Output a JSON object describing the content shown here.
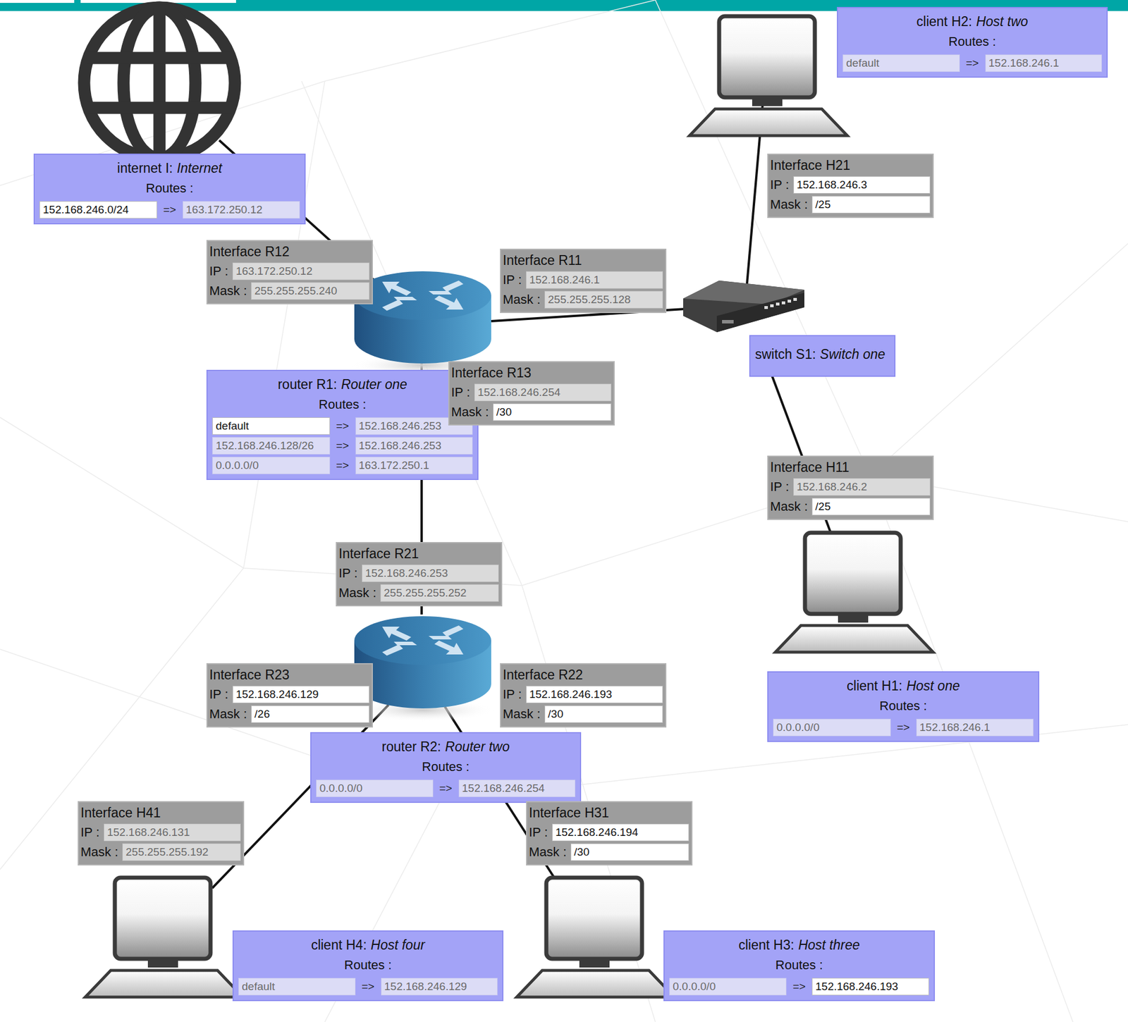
{
  "diagram": {
    "nodes": [
      {
        "text": [
          "client H2:",
          "Host two",
          "Routes :",
          "default",
          "=>",
          "152.168.246.1"
        ]
      },
      {
        "text": [
          "internet I:",
          "Internet",
          "Routes :",
          "152.168.246.0/24",
          "=>",
          "163.172.250.12"
        ]
      },
      {
        "text": [
          "Interface H21",
          "IP :",
          "152.168.246.3",
          "Mask :",
          "/25"
        ]
      },
      {
        "text": [
          "Interface R12",
          "IP :",
          "163.172.250.12",
          "Mask :",
          "255.255.255.240"
        ]
      },
      {
        "text": [
          "Interface R11",
          "IP :",
          "152.168.246.1",
          "Mask :",
          "255.255.255.128"
        ]
      },
      {
        "text": [
          "switch S1:",
          "Switch one"
        ]
      },
      {
        "text": [
          "Interface R13",
          "IP :",
          "152.168.246.254",
          "Mask :",
          "/30"
        ]
      },
      {
        "text": [
          "router R1:",
          "Router one",
          "Routes :",
          "default",
          "=>",
          "152.168.246.253",
          "152.168.246.128/26",
          "=>",
          "152.168.246.253",
          "0.0.0.0/0",
          "=>",
          "163.172.250.1"
        ]
      },
      {
        "text": [
          "Interface H11",
          "IP :",
          "152.168.246.2",
          "Mask :",
          "/25"
        ]
      },
      {
        "text": [
          "Interface R21",
          "IP :",
          "152.168.246.253",
          "Mask :",
          "255.255.255.252"
        ]
      },
      {
        "text": [
          "Interface R23",
          "IP :",
          "152.168.246.129",
          "Mask :",
          "/26"
        ]
      },
      {
        "text": [
          "Interface R22",
          "IP :",
          "152.168.246.193",
          "Mask :",
          "/30"
        ]
      },
      {
        "text": [
          "client H1:",
          "Host one",
          "Routes :",
          "0.0.0.0/0",
          "=>",
          "152.168.246.1"
        ]
      },
      {
        "text": [
          "router R2:",
          "Router two",
          "Routes :",
          "0.0.0.0/0",
          "=>",
          "152.168.246.254"
        ]
      },
      {
        "text": [
          "Interface H41",
          "IP :",
          "152.168.246.131",
          "Mask :",
          "255.255.255.192"
        ]
      },
      {
        "text": [
          "Interface H31",
          "IP :",
          "152.168.246.194",
          "Mask :",
          "/30"
        ]
      },
      {
        "text": [
          "client H4:",
          "Host four",
          "Routes :",
          "default",
          "=>",
          "152.168.246.129"
        ]
      },
      {
        "text": [
          "client H3:",
          "Host three",
          "Routes :",
          "0.0.0.0/0",
          "=>",
          "152.168.246.193"
        ]
      }
    ]
  }
}
